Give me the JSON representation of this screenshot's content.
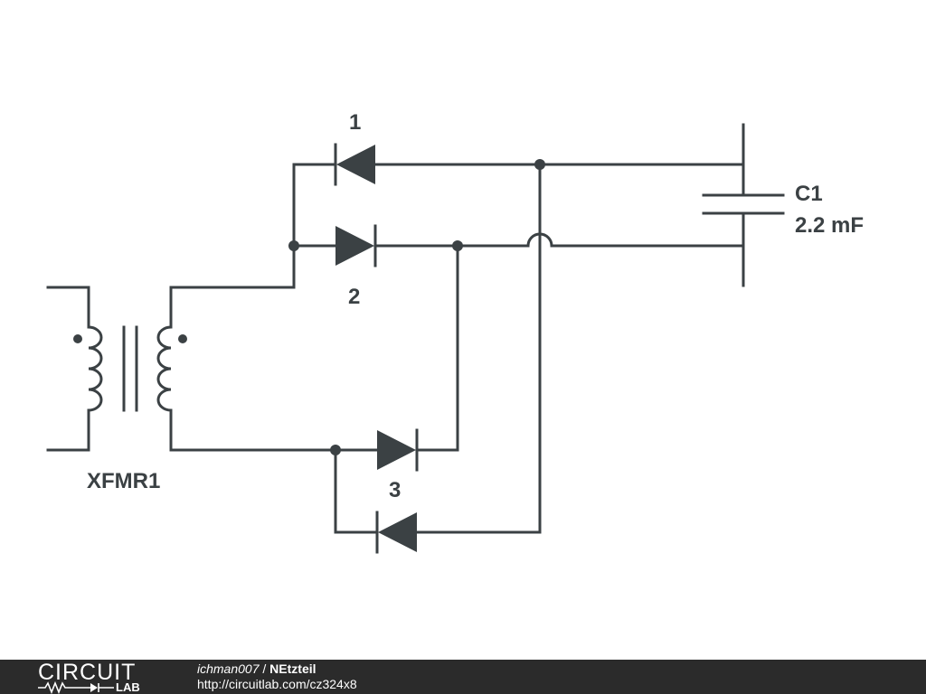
{
  "schematic": {
    "transformer_label": "XFMR1",
    "capacitor_name": "C1",
    "capacitor_value": "2.2 mF",
    "diode_labels": [
      "1",
      "2",
      "3"
    ]
  },
  "footer": {
    "brand_top": "CIRCUIT",
    "brand_bottom": "LAB",
    "user": "ichman007",
    "separator": " / ",
    "title": "NEtzteil",
    "url": "http://circuitlab.com/cz324x8"
  },
  "colors": {
    "ink": "#3b4144",
    "footer_bg": "#2b2b2b",
    "footer_text": "#ffffff"
  }
}
